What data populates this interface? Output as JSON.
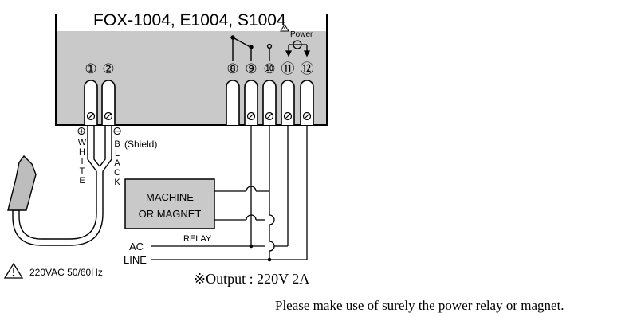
{
  "device": {
    "title": "FOX-1004, E1004, S1004",
    "power_label": "Power"
  },
  "terminals": [
    {
      "id": "t1",
      "label": "1",
      "glyph": "①"
    },
    {
      "id": "t2",
      "label": "2",
      "glyph": "②"
    },
    {
      "id": "t8",
      "label": "8",
      "glyph": "⑧"
    },
    {
      "id": "t9",
      "label": "9",
      "glyph": "⑨"
    },
    {
      "id": "t10",
      "label": "10",
      "glyph": "⑩"
    },
    {
      "id": "t11",
      "label": "11",
      "glyph": "⑪"
    },
    {
      "id": "t12",
      "label": "12",
      "glyph": "⑫"
    }
  ],
  "sensor": {
    "plus_symbol": "⊕",
    "minus_symbol": "⊖",
    "white_letters": [
      "W",
      "H",
      "I",
      "T",
      "E"
    ],
    "black_letters": [
      "B",
      "L",
      "A",
      "C",
      "K"
    ],
    "shield_label": "(Shield)"
  },
  "load": {
    "line1": "MACHINE",
    "line2": "OR MAGNET",
    "relay_label": "RELAY"
  },
  "supply": {
    "ac_label": "AC",
    "line_label": "LINE",
    "voltage_label": "220VAC 50/60Hz"
  },
  "notes": {
    "output": "※Output : 220V 2A",
    "relay_note": "Please make use of surely the power relay or magnet."
  }
}
